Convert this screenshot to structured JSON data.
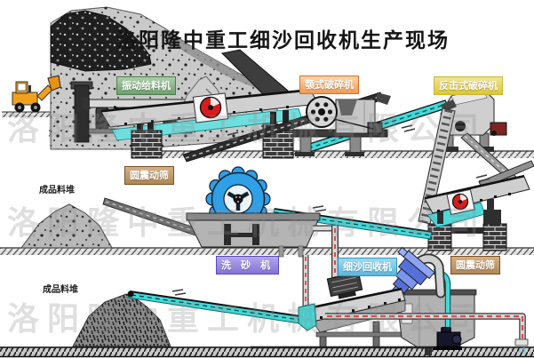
{
  "title": "洛阳隆中重工细沙回收机生产现场",
  "watermark": {
    "text": "洛阳隆中重工机械有限公司"
  },
  "labels": {
    "feeder": "振动给料机",
    "jaw_crusher": "颚式破碎机",
    "impact_crusher": "反击式破碎机",
    "circular_screen_top": "圆震动筛",
    "product_pile_mid": "成品料堆",
    "sand_washer": "洗 砂 机",
    "fine_sand_recycler": "细沙回收机",
    "circular_screen_right": "圆震动筛",
    "product_pile_bottom": "成品料堆"
  },
  "colors": {
    "feeder_label_green": "#6f9f6f",
    "jaw_label_orange": "#e06a1a",
    "impact_label_yellow": "#ddc832",
    "screen_label_tan": "#b08858",
    "washer_label_purple": "#8674d4",
    "recycler_label_blue": "#5cb8dc",
    "conveyor_cyan": "#43d8d8",
    "flywheel_red": "#d81c1c",
    "washer_wheel_blue": "#2f9fe6",
    "cyclone_blue": "#5571d8",
    "water_pipe_red": "#e04848",
    "loader_yellow": "#f0a11c"
  }
}
